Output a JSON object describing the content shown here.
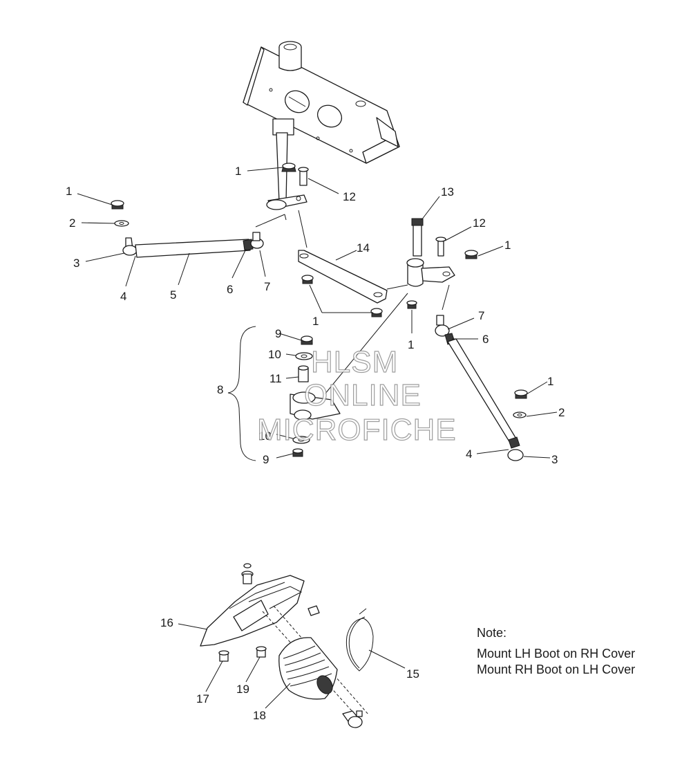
{
  "callouts": [
    {
      "label": "1"
    },
    {
      "label": "12"
    },
    {
      "label": "1"
    },
    {
      "label": "2"
    },
    {
      "label": "3"
    },
    {
      "label": "4"
    },
    {
      "label": "5"
    },
    {
      "label": "6"
    },
    {
      "label": "7"
    },
    {
      "label": "13"
    },
    {
      "label": "12"
    },
    {
      "label": "1"
    },
    {
      "label": "14"
    },
    {
      "label": "1"
    },
    {
      "label": "1"
    },
    {
      "label": "7"
    },
    {
      "label": "6"
    },
    {
      "label": "9"
    },
    {
      "label": "10"
    },
    {
      "label": "11"
    },
    {
      "label": "8"
    },
    {
      "label": "10"
    },
    {
      "label": "9"
    },
    {
      "label": "1"
    },
    {
      "label": "2"
    },
    {
      "label": "4"
    },
    {
      "label": "3"
    },
    {
      "label": "16"
    },
    {
      "label": "17"
    },
    {
      "label": "19"
    },
    {
      "label": "18"
    },
    {
      "label": "15"
    }
  ],
  "watermark": {
    "line1": "HLSM",
    "line2": "ONLINE",
    "line3": "MICROFICHE"
  },
  "note": {
    "heading": "Note:",
    "line1": "Mount LH Boot on RH Cover",
    "line2": "Mount RH Boot on LH Cover"
  }
}
